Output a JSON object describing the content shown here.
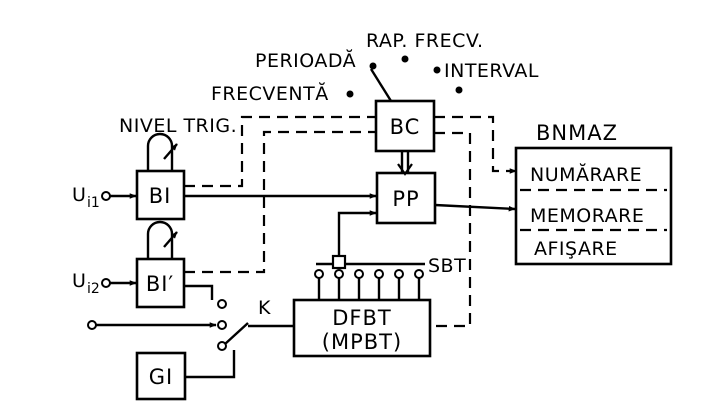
{
  "diagram": {
    "blocks": {
      "bi": "BI",
      "bi_prime": "BI′",
      "bc": "BC",
      "pp": "PP",
      "gi": "GI",
      "dfbt_line1": "DFBT",
      "dfbt_line2": "(MPBT)",
      "bnmaz": "BNMAZ",
      "numarare": "NUMĂRARE",
      "memorare": "MEMORARE",
      "afisare": "AFIŞARE"
    },
    "labels": {
      "ui1_main": "U",
      "ui1_sub": "i1",
      "ui2_main": "U",
      "ui2_sub": "i2",
      "nivel_trig": "NIVEL TRIG.",
      "frecventa": "FRECVENTĂ",
      "perioada": "PERIOADĂ",
      "rap_frecv": "RAP. FRECV.",
      "interval": "INTERVAL",
      "sbt": "SBT",
      "k": "K"
    }
  }
}
